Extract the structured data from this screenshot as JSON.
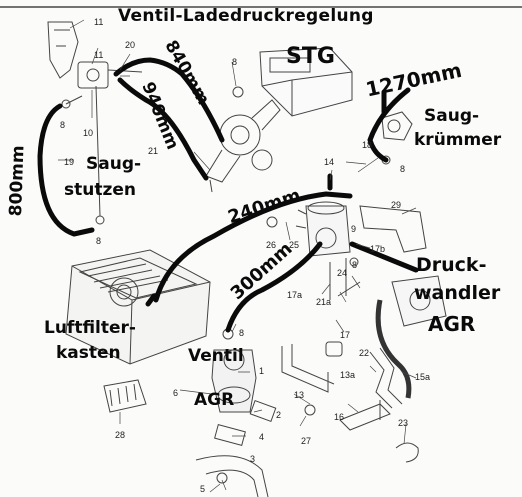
{
  "handwritten": {
    "ventil_ladedruck": "Ventil-Ladedruckregelung",
    "stg": "STG",
    "len_1270": "1270mm",
    "len_840": "840mm",
    "len_940": "940mm",
    "len_800": "800mm",
    "len_240": "240mm",
    "len_300": "300mm",
    "saugkruemmer_1": "Saug-",
    "saugkruemmer_2": "krümmer",
    "saugstutzen_1": "Saug-",
    "saugstutzen_2": "stutzen",
    "luftfilter_1": "Luftfilter-",
    "luftfilter_2": "kasten",
    "druckwandler_1": "Druck-",
    "druckwandler_2": "wandler",
    "druckwandler_3": "AGR",
    "ventil_agr_1": "Ventil",
    "ventil_agr_2": "AGR"
  },
  "part_numbers": {
    "n1": "1",
    "n2": "2",
    "n3": "3",
    "n4": "4",
    "n5": "5",
    "n6": "6",
    "n8a": "8",
    "n8b": "8",
    "n8c": "8",
    "n8d": "8",
    "n8e": "8",
    "n8f": "8",
    "n9": "9",
    "n10": "10",
    "n11a": "11",
    "n11b": "11",
    "n13": "13",
    "n13a": "13a",
    "n14": "14",
    "n15a": "15a",
    "n16": "16",
    "n17": "17",
    "n17a": "17a",
    "n17b": "17b",
    "n18": "18",
    "n19": "19",
    "n20": "20",
    "n21": "21",
    "n21a": "21a",
    "n22": "22",
    "n23": "23",
    "n24": "24",
    "n25": "25",
    "n26": "26",
    "n27": "27",
    "n28": "28",
    "n29": "29"
  },
  "colors": {
    "ink": "#0a0a0a",
    "print": "#444444"
  }
}
